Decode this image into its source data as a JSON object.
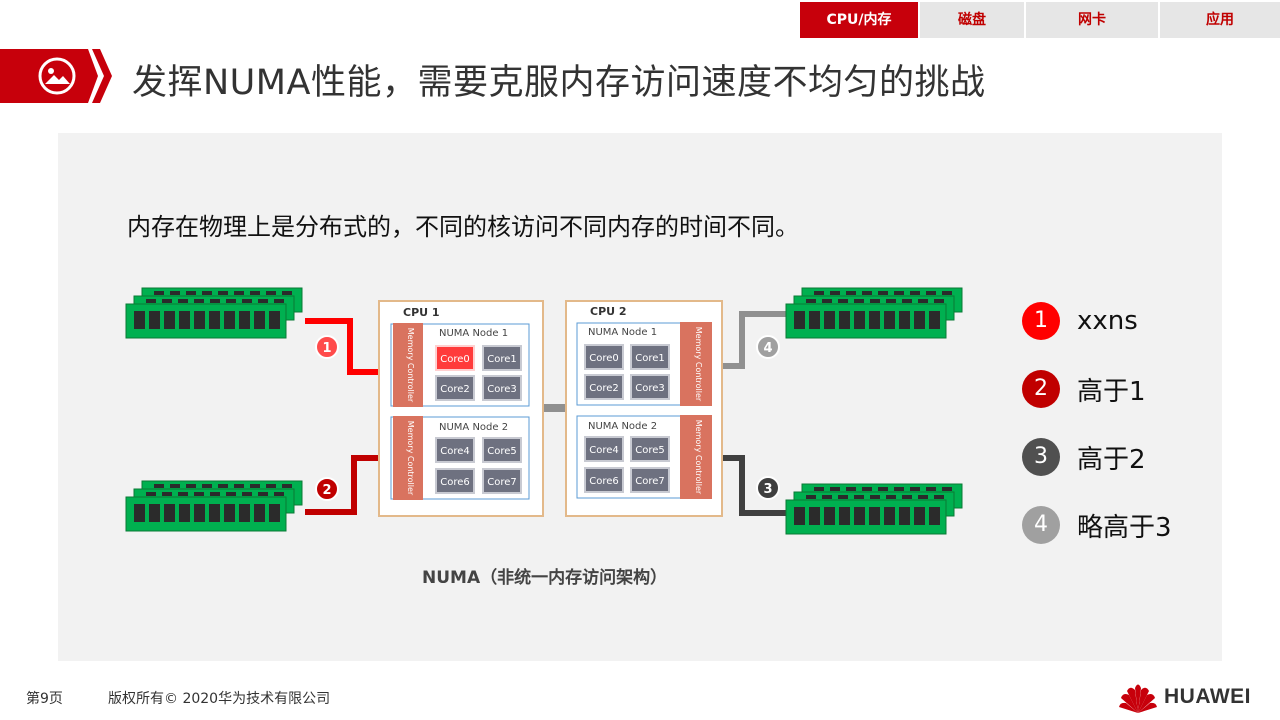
{
  "nav": {
    "tabs": [
      {
        "label": "CPU/内存",
        "active": true
      },
      {
        "label": "磁盘",
        "active": false
      },
      {
        "label": "网卡",
        "active": false
      },
      {
        "label": "应用",
        "active": false
      }
    ]
  },
  "title": "发挥NUMA性能，需要克服内存访问速度不均匀的挑战",
  "title_icon": "image-icon",
  "intro": "内存在物理上是分布式的，不同的核访问不同内存的时间不同。",
  "diagram": {
    "cpus": [
      {
        "label": "CPU  1",
        "controller_label": "Memory Controller",
        "nodes": [
          {
            "label": "NUMA Node 1",
            "cores": [
              "Core0",
              "Core1",
              "Core2",
              "Core3"
            ]
          },
          {
            "label": "NUMA Node 2",
            "cores": [
              "Core4",
              "Core5",
              "Core6",
              "Core7"
            ]
          }
        ]
      },
      {
        "label": "CPU  2",
        "controller_label": "Memory Controller",
        "nodes": [
          {
            "label": "NUMA Node 1",
            "cores": [
              "Core0",
              "Core1",
              "Core2",
              "Core3"
            ]
          },
          {
            "label": "NUMA Node 2",
            "cores": [
              "Core4",
              "Core5",
              "Core6",
              "Core7"
            ]
          }
        ]
      }
    ],
    "highlighted_core": "Core0",
    "path_markers": [
      "1",
      "2",
      "3",
      "4"
    ],
    "caption": "NUMA（非统一内存访问架构）"
  },
  "legend": [
    {
      "num": "1",
      "text": "xxns",
      "color": "#ff0000"
    },
    {
      "num": "2",
      "text": "高于1",
      "color": "#c00000"
    },
    {
      "num": "3",
      "text": "高于2",
      "color": "#505050"
    },
    {
      "num": "4",
      "text": "略高于3",
      "color": "#a0a0a0"
    }
  ],
  "footer": {
    "page": "第9页",
    "copyright": "版权所有© 2020华为技术有限公司",
    "logo_text": "HUAWEI"
  },
  "colors": {
    "brand_red": "#c7000b",
    "path1": "#ff0000",
    "path2": "#c00000",
    "path3": "#404040",
    "path4": "#909090",
    "memory_green": "#00b050",
    "controller": "#d9735f",
    "core": "#6e7180"
  }
}
